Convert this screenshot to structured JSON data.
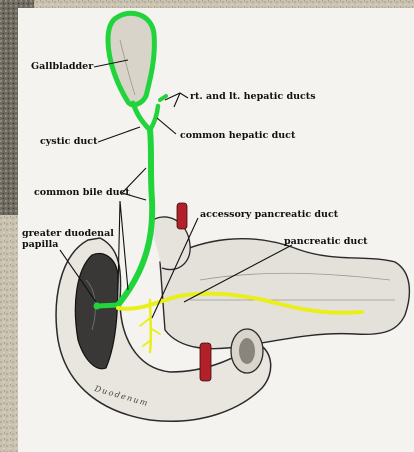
{
  "labels": {
    "gallbladder": "Gallbladder",
    "hepatic_ducts": "rt. and lt. hepatic ducts",
    "common_hepatic_duct": "common hepatic duct",
    "cystic_duct": "cystic duct",
    "common_bile_duct": "common bile duct",
    "accessory_pancreatic_duct": "accessory pancreatic duct",
    "pancreatic_duct": "pancreatic duct",
    "greater_duodenal_papilla_line1": "greater duodenal",
    "greater_duodenal_papilla_line2": "papilla",
    "duodenum": "Duodenum"
  },
  "colors": {
    "bile_ducts": "#22d43c",
    "pancreatic_duct": "#e8ef1a",
    "vessels": "#b2202a",
    "background_panel": "#f5f3ef"
  }
}
